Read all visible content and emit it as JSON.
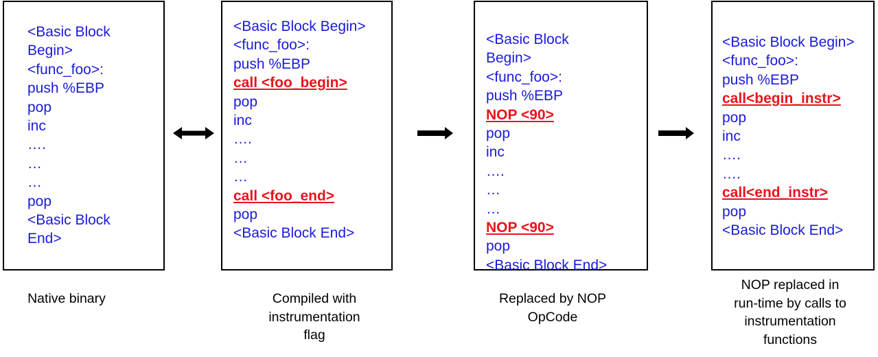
{
  "colors": {
    "code_text": "#1a1adb",
    "highlight_text": "#e8141a",
    "border": "#000000",
    "caption_text": "#000000"
  },
  "panels": [
    {
      "lines": [
        {
          "text": "<Basic Block",
          "highlight": false
        },
        {
          "text": "Begin>",
          "highlight": false
        },
        {
          "text": "<func_foo>:",
          "highlight": false
        },
        {
          "text": "push %EBP",
          "highlight": false
        },
        {
          "text": "pop",
          "highlight": false
        },
        {
          "text": "inc",
          "highlight": false
        },
        {
          "text": "….",
          "highlight": false
        },
        {
          "text": "…",
          "highlight": false
        },
        {
          "text": "…",
          "highlight": false
        },
        {
          "text": "pop",
          "highlight": false
        },
        {
          "text": "<Basic Block",
          "highlight": false
        },
        {
          "text": "End>",
          "highlight": false
        }
      ],
      "caption": [
        "Native binary"
      ]
    },
    {
      "lines": [
        {
          "text": "<Basic Block Begin>",
          "highlight": false
        },
        {
          "text": "<func_foo>:",
          "highlight": false
        },
        {
          "text": "push %EBP",
          "highlight": false
        },
        {
          "text": "call <foo_begin>",
          "highlight": true
        },
        {
          "text": "pop",
          "highlight": false
        },
        {
          "text": "inc",
          "highlight": false
        },
        {
          "text": "….",
          "highlight": false
        },
        {
          "text": "…",
          "highlight": false
        },
        {
          "text": "…",
          "highlight": false
        },
        {
          "text": "call <foo_end>",
          "highlight": true
        },
        {
          "text": "pop",
          "highlight": false
        },
        {
          "text": "<Basic Block End>",
          "highlight": false
        }
      ],
      "caption": [
        "Compiled with",
        "instrumentation",
        "flag"
      ]
    },
    {
      "lines": [
        {
          "text": "<Basic Block",
          "highlight": false
        },
        {
          "text": "Begin>",
          "highlight": false
        },
        {
          "text": "<func_foo>:",
          "highlight": false
        },
        {
          "text": "push %EBP",
          "highlight": false
        },
        {
          "text": "NOP <90>",
          "highlight": true
        },
        {
          "text": "pop",
          "highlight": false
        },
        {
          "text": "inc",
          "highlight": false
        },
        {
          "text": "….",
          "highlight": false
        },
        {
          "text": "…",
          "highlight": false
        },
        {
          "text": "…",
          "highlight": false
        },
        {
          "text": "NOP <90>",
          "highlight": true
        },
        {
          "text": "pop",
          "highlight": false
        },
        {
          "text": "<Basic Block End>",
          "highlight": false
        }
      ],
      "caption": [
        "Replaced by NOP",
        "OpCode"
      ]
    },
    {
      "lines": [
        {
          "text": "<Basic Block Begin>",
          "highlight": false
        },
        {
          "text": "<func_foo>:",
          "highlight": false
        },
        {
          "text": "push %EBP",
          "highlight": false
        },
        {
          "text": "call<begin_instr>",
          "highlight": true
        },
        {
          "text": "pop",
          "highlight": false
        },
        {
          "text": "inc",
          "highlight": false
        },
        {
          "text": "….",
          "highlight": false
        },
        {
          "text": "….",
          "highlight": false
        },
        {
          "text": "call<end_instr>",
          "highlight": true
        },
        {
          "text": "pop",
          "highlight": false
        },
        {
          "text": "<Basic Block End>",
          "highlight": false
        }
      ],
      "caption": [
        "NOP replaced in",
        "run-time by calls to",
        "instrumentation",
        "functions"
      ]
    }
  ],
  "connectors": [
    {
      "kind": "bidirectional-arrow"
    },
    {
      "kind": "right-arrow"
    },
    {
      "kind": "right-arrow"
    }
  ]
}
